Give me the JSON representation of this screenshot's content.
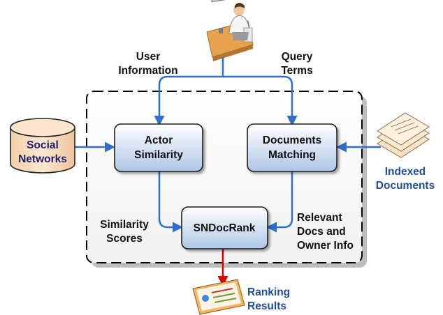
{
  "labels": {
    "user_information": [
      "User",
      "Information"
    ],
    "query_terms": [
      "Query",
      "Terms"
    ],
    "social_networks": [
      "Social",
      "Networks"
    ],
    "actor_similarity": [
      "Actor",
      "Similarity"
    ],
    "documents_matching": [
      "Documents",
      "Matching"
    ],
    "indexed_documents": [
      "Indexed",
      "Documents"
    ],
    "similarity_scores": [
      "Similarity",
      "Scores"
    ],
    "sndocrank": "SNDocRank",
    "relevant_docs": [
      "Relevant",
      "Docs and",
      "Owner Info"
    ],
    "ranking_results": [
      "Ranking",
      "Results"
    ]
  },
  "colors": {
    "arrow_blue": "#2f6fc9",
    "arrow_red": "#e00000",
    "box_fill_top": "#ffffff",
    "box_fill_bottom": "#aec5e6",
    "box_border": "#1e1e1e",
    "cylinder_fill": "#f6d7b3",
    "indexed_docs_text": "#1f4e9a"
  },
  "icons": {
    "user": "user-at-computer-icon",
    "indexed": "document-stack-icon",
    "results": "ranking-results-page-icon"
  }
}
